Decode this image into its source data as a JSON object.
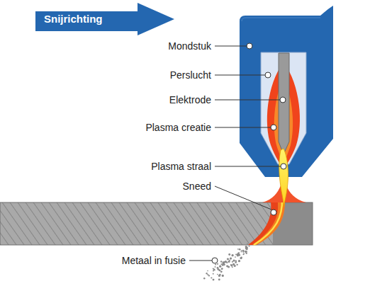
{
  "diagram": {
    "nodes": [
      {
        "text": [
          "Snijrichting"
        ]
      }
    ],
    "labels": [
      "Mondstuk",
      "Perslucht",
      "Elektrode",
      "Plasma creatie",
      "Plasma straal",
      "Sneed",
      "Metaal in fusie"
    ]
  }
}
